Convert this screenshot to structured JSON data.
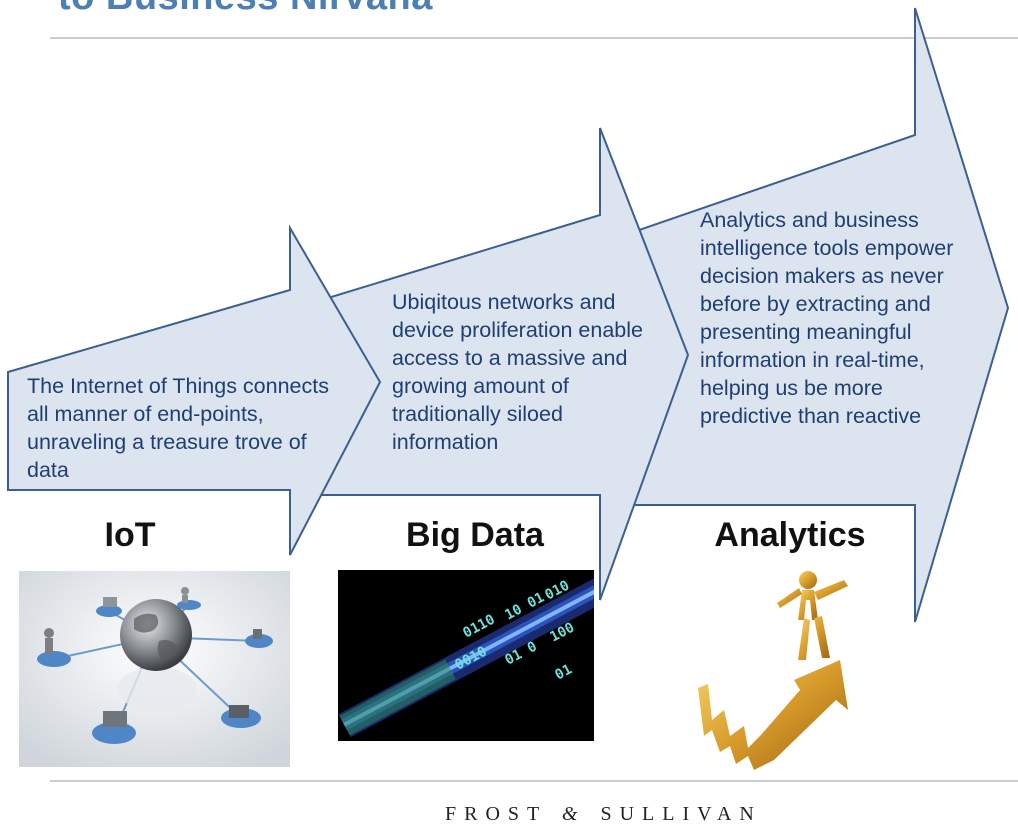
{
  "slide": {
    "title": "to Business Nirvana"
  },
  "stages": [
    {
      "label": "IoT",
      "description": "The Internet of Things connects all manner of end-points, unraveling a treasure trove of data",
      "image": "iot-network-globe-illustration"
    },
    {
      "label": "Big Data",
      "description": "Ubiqitous networks and device proliferation enable access to a massive and growing amount of traditionally siloed information",
      "image": "fiber-optic-binary-data-stream"
    },
    {
      "label": "Analytics",
      "description": "Analytics and business intelligence tools empower decision makers as never before by extracting and presenting meaningful information in real-time, helping us be more predictive than reactive",
      "image": "golden-figure-on-rising-arrow"
    }
  ],
  "footer": {
    "brand_left": "FROST",
    "ampersand": "&",
    "brand_right": "SULLIVAN"
  },
  "colors": {
    "arrow_fill": "#dbe4ef",
    "arrow_stroke": "#3d5f8f",
    "text": "#1f3f73",
    "divider": "#c9cdd3"
  }
}
